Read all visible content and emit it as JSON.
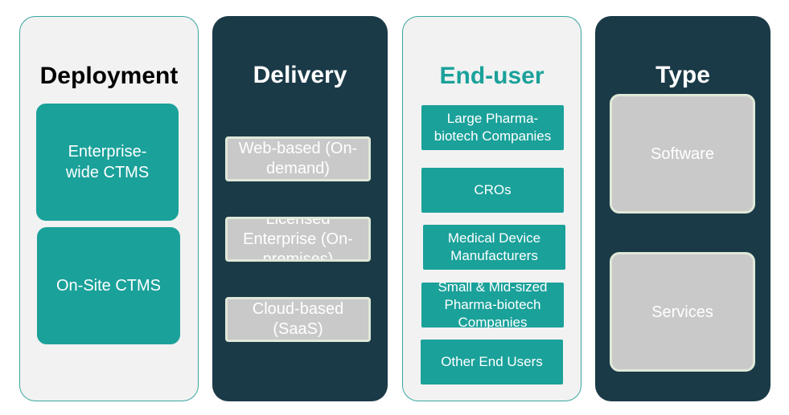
{
  "columns": [
    {
      "title": "Deployment",
      "items": [
        "Enterprise-wide CTMS",
        "On-Site CTMS"
      ]
    },
    {
      "title": "Delivery",
      "items": [
        "Web-based (On-demand)",
        "Licensed Enterprise (On-premises)",
        "Cloud-based (SaaS)"
      ]
    },
    {
      "title": "End-user",
      "items": [
        "Large Pharma-biotech Companies",
        "CROs",
        "Medical Device Manufacturers",
        "Small & Mid-sized Pharma-biotech Companies",
        "Other End Users"
      ]
    },
    {
      "title": "Type",
      "items": [
        "Software",
        "Services"
      ]
    }
  ],
  "colors": {
    "dark_panel": "#1b3a47",
    "light_panel": "#f2f2f2",
    "teal": "#1aa19a",
    "grey_box": "#c9c9c9"
  }
}
